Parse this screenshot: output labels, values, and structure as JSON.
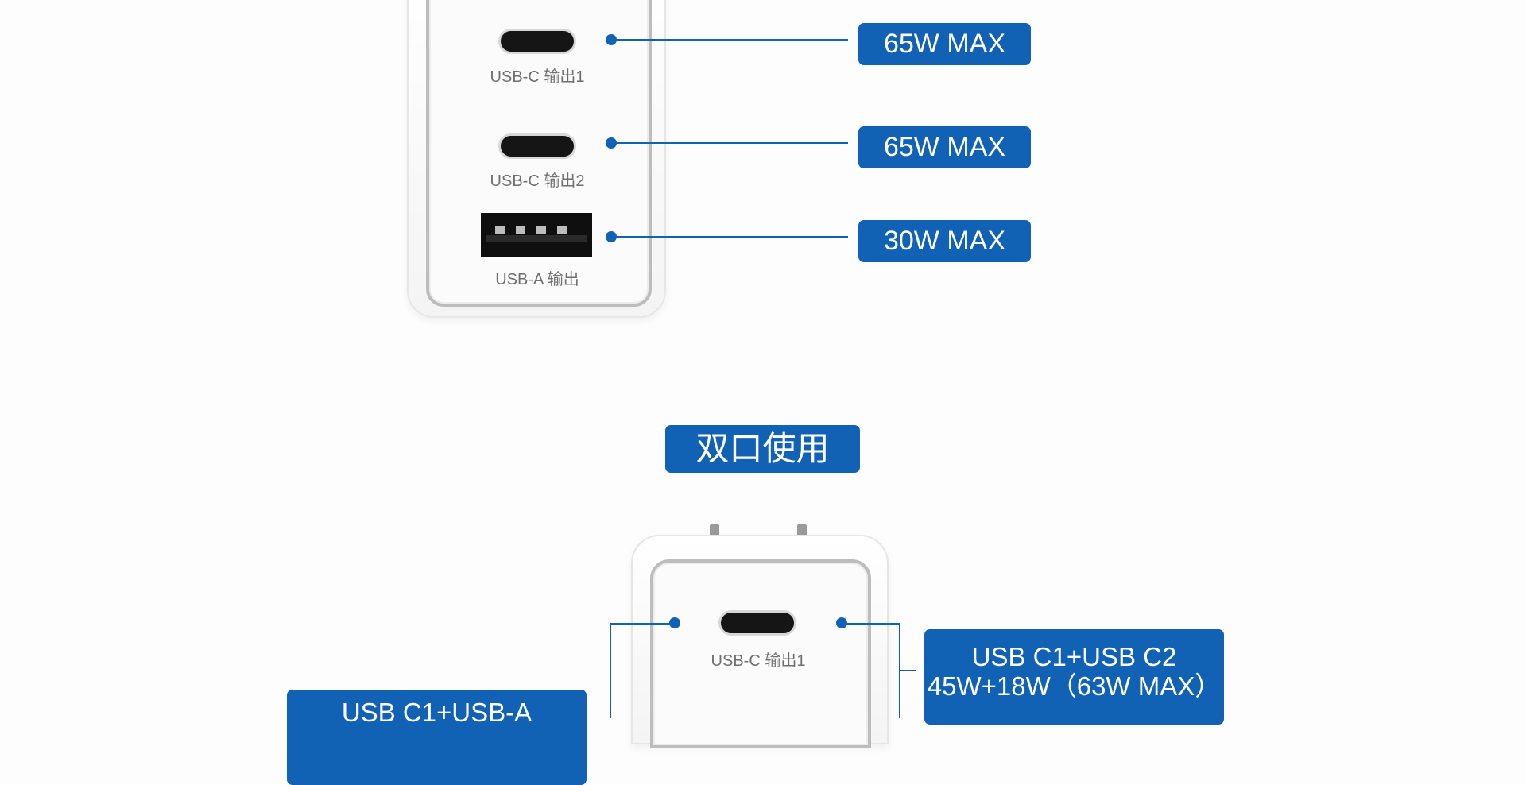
{
  "top_section": {
    "ports": [
      {
        "label": "USB-C 输出1",
        "badge": "65W MAX"
      },
      {
        "label": "USB-C 输出2",
        "badge": "65W MAX"
      },
      {
        "label": "USB-A 输出",
        "badge": "30W MAX"
      }
    ]
  },
  "dual_section": {
    "title": "双口使用",
    "port_label": "USB-C 输出1",
    "right_badge_line1": "USB C1+USB C2",
    "right_badge_line2": "45W+18W（63W MAX）",
    "left_badge_line1": "USB C1+USB-A"
  },
  "colors": {
    "accent": "#1161b5",
    "background": "#fdfdfd"
  },
  "icons": [
    "usb-c-port-icon",
    "usb-a-port-icon",
    "plug-prong-icon"
  ]
}
